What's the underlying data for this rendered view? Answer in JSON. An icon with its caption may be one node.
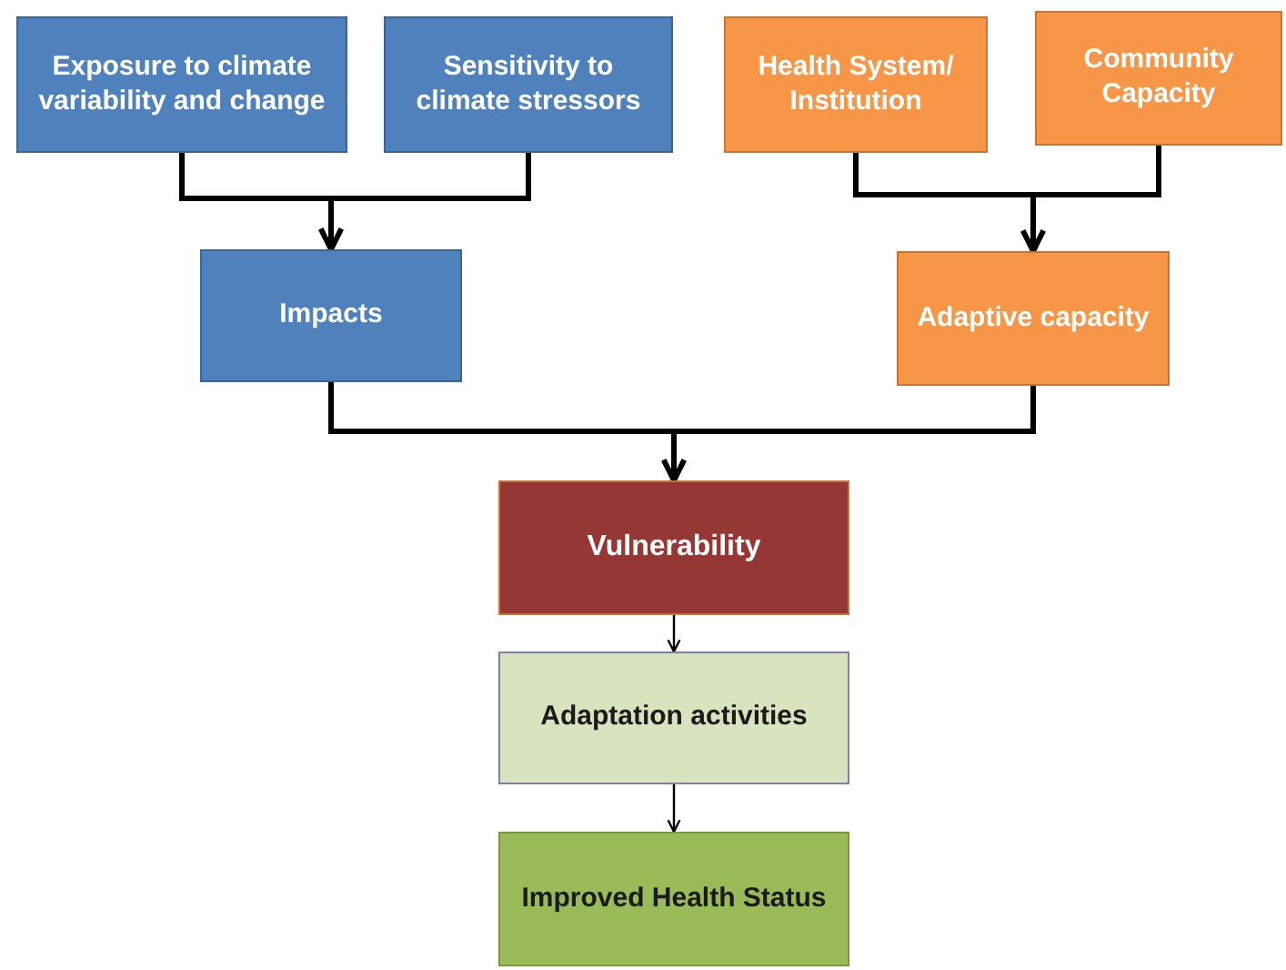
{
  "diagram": {
    "nodes": [
      {
        "text": [
          "Exposure to climate variability and change"
        ]
      },
      {
        "text": [
          "Sensitivity to climate stressors"
        ]
      },
      {
        "text": [
          "Health System/ Institution"
        ]
      },
      {
        "text": [
          "Community Capacity"
        ]
      },
      {
        "text": [
          "Impacts"
        ]
      },
      {
        "text": [
          "Adaptive capacity"
        ]
      },
      {
        "text": [
          "Vulnerability"
        ]
      },
      {
        "text": [
          "Adaptation activities"
        ]
      },
      {
        "text": [
          "Improved Health Status"
        ]
      }
    ],
    "edges": [
      {
        "from": 0,
        "to": 4,
        "arrow": "to"
      },
      {
        "from": 1,
        "to": 4,
        "arrow": "to"
      },
      {
        "from": 2,
        "to": 5,
        "arrow": "to"
      },
      {
        "from": 3,
        "to": 5,
        "arrow": "to"
      },
      {
        "from": 4,
        "to": 6,
        "arrow": "to"
      },
      {
        "from": 5,
        "to": 6,
        "arrow": "to"
      },
      {
        "from": 6,
        "to": 7,
        "arrow": "to"
      },
      {
        "from": 7,
        "to": 8,
        "arrow": "to"
      }
    ]
  }
}
